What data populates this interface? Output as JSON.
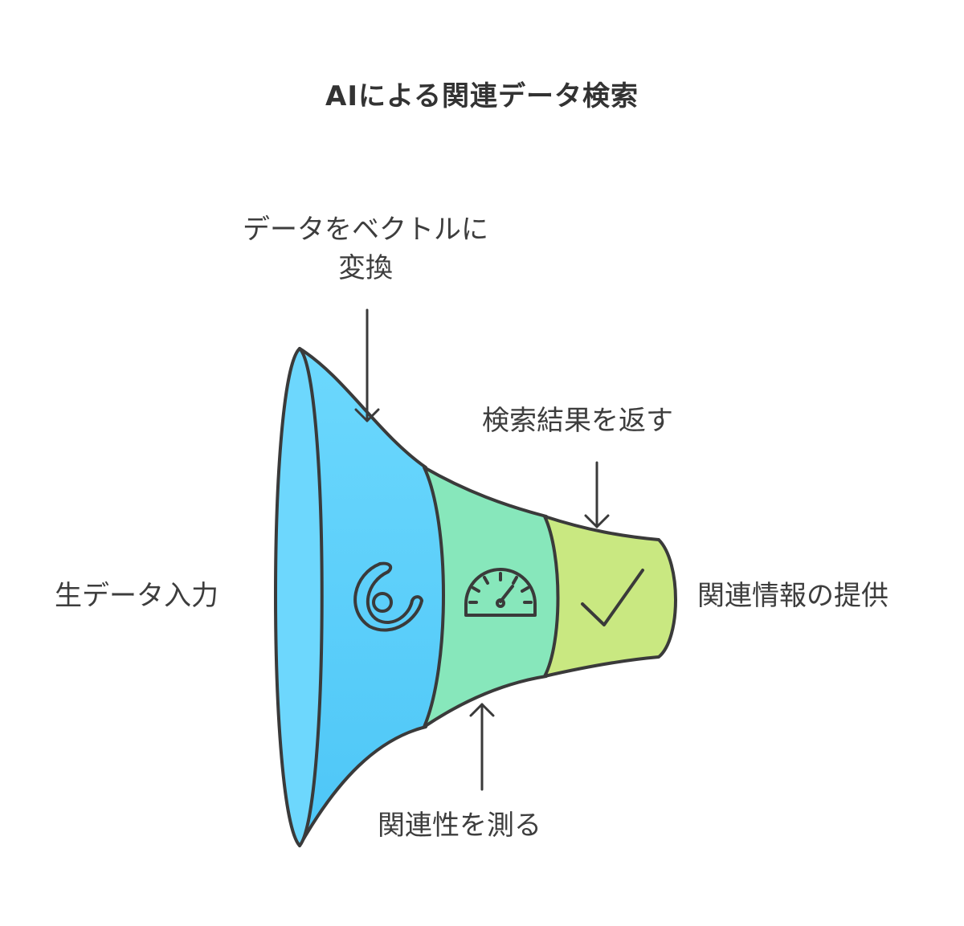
{
  "title": "AIによる関連データ検索",
  "stages": [
    {
      "label": "生データ入力",
      "color": "#5fd1fb",
      "icon": "spiral-icon"
    },
    {
      "label": "データをベクトルに変換",
      "color": "#5fd1fb",
      "icon": "spiral-icon"
    },
    {
      "label": "関連性を測る",
      "color": "#86e8bb",
      "icon": "gauge-icon"
    },
    {
      "label": "検索結果を返す",
      "color": "#c8e87e",
      "icon": "checkmark-icon"
    }
  ],
  "labels": {
    "input": "生データ入力",
    "vector": "データをベクトルに変換",
    "relevance": "関連性を測る",
    "results": "検索結果を返す",
    "output": "関連情報の提供"
  },
  "colors": {
    "rim": "#6fd6fd",
    "segment1": "#5fcff9",
    "segment2": "#87e7bb",
    "segment3": "#c9e881",
    "stroke": "#3a3a3a"
  }
}
